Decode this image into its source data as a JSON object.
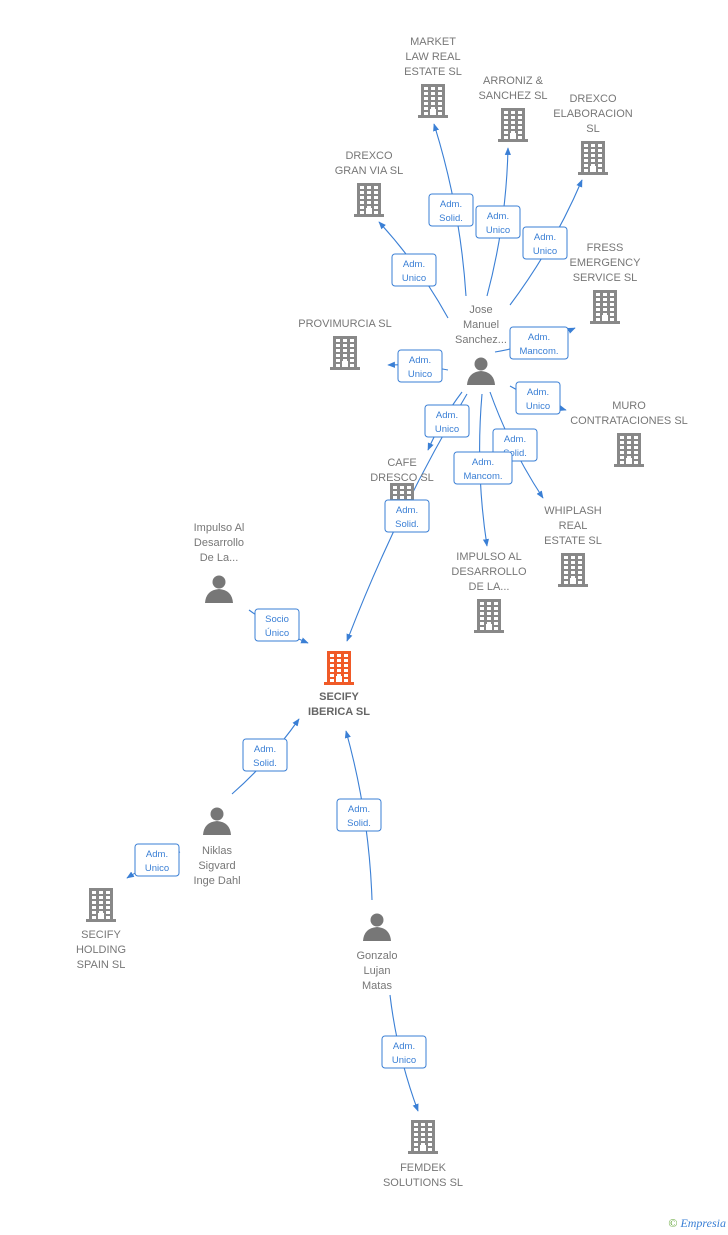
{
  "colors": {
    "building": "#888888",
    "main_building": "#f05a28",
    "person": "#777777",
    "edge": "#3a7fd5"
  },
  "nodes": [
    {
      "id": "market",
      "kind": "company",
      "label": [
        "MARKET",
        "LAW REAL",
        "ESTATE  SL"
      ]
    },
    {
      "id": "arroniz",
      "kind": "company",
      "label": [
        "ARRONIZ &",
        "SANCHEZ SL"
      ]
    },
    {
      "id": "drexco_elab",
      "kind": "company",
      "label": [
        "DREXCO",
        "ELABORACION",
        "SL"
      ]
    },
    {
      "id": "drexco_gran",
      "kind": "company",
      "label": [
        "DREXCO",
        "GRAN VIA  SL"
      ]
    },
    {
      "id": "fress",
      "kind": "company",
      "label": [
        "FRESS",
        "EMERGENCY",
        "SERVICE SL"
      ]
    },
    {
      "id": "provimurcia",
      "kind": "company",
      "label": [
        "PROVIMURCIA SL"
      ]
    },
    {
      "id": "jose",
      "kind": "person",
      "label": [
        "Jose",
        "Manuel",
        "Sanchez..."
      ]
    },
    {
      "id": "muro",
      "kind": "company",
      "label": [
        "MURO",
        "CONTRATACIONES SL"
      ]
    },
    {
      "id": "cafe",
      "kind": "company",
      "label": [
        "CAFE",
        "DRESCO  SL"
      ]
    },
    {
      "id": "whiplash",
      "kind": "company",
      "label": [
        "WHIPLASH",
        "REAL",
        "ESTATE  SL"
      ]
    },
    {
      "id": "impulso_co",
      "kind": "company",
      "label": [
        "IMPULSO AL",
        "DESARROLLO",
        "DE LA..."
      ]
    },
    {
      "id": "impulso_p",
      "kind": "person",
      "label": [
        "Impulso Al",
        "Desarrollo",
        "De La..."
      ]
    },
    {
      "id": "secify",
      "kind": "main",
      "label": [
        "SECIFY",
        "IBERICA  SL"
      ]
    },
    {
      "id": "niklas",
      "kind": "person",
      "label": [
        "Niklas",
        "Sigvard",
        "Inge Dahl"
      ]
    },
    {
      "id": "secify_holding",
      "kind": "company",
      "label": [
        "SECIFY",
        "HOLDING",
        "SPAIN  SL"
      ]
    },
    {
      "id": "gonzalo",
      "kind": "person",
      "label": [
        "Gonzalo",
        "Lujan",
        "Matas"
      ]
    },
    {
      "id": "femdek",
      "kind": "company",
      "label": [
        "FEMDEK",
        "SOLUTIONS  SL"
      ]
    }
  ],
  "edges": [
    {
      "from": "jose",
      "to": "market",
      "label": [
        "Adm.",
        "Solid."
      ]
    },
    {
      "from": "jose",
      "to": "arroniz",
      "label": [
        "Adm.",
        "Unico"
      ]
    },
    {
      "from": "jose",
      "to": "drexco_elab",
      "label": [
        "Adm.",
        "Unico"
      ]
    },
    {
      "from": "jose",
      "to": "drexco_gran",
      "label": [
        "Adm.",
        "Unico"
      ]
    },
    {
      "from": "jose",
      "to": "fress",
      "label": [
        "Adm.",
        "Mancom."
      ]
    },
    {
      "from": "jose",
      "to": "provimurcia",
      "label": [
        "Adm.",
        "Unico"
      ]
    },
    {
      "from": "jose",
      "to": "muro",
      "label": [
        "Adm.",
        "Unico"
      ]
    },
    {
      "from": "jose",
      "to": "cafe",
      "label": [
        "Adm.",
        "Unico"
      ]
    },
    {
      "from": "jose",
      "to": "whiplash",
      "label": [
        "Adm.",
        "Solid."
      ]
    },
    {
      "from": "jose",
      "to": "impulso_co",
      "label": [
        "Adm.",
        "Mancom."
      ]
    },
    {
      "from": "jose",
      "to": "secify",
      "label": [
        "Adm.",
        "Solid."
      ]
    },
    {
      "from": "impulso_p",
      "to": "secify",
      "label": [
        "Socio",
        "Único"
      ]
    },
    {
      "from": "niklas",
      "to": "secify",
      "label": [
        "Adm.",
        "Solid."
      ]
    },
    {
      "from": "niklas",
      "to": "secify_holding",
      "label": [
        "Adm.",
        "Unico"
      ]
    },
    {
      "from": "gonzalo",
      "to": "secify",
      "label": [
        "Adm.",
        "Solid."
      ]
    },
    {
      "from": "gonzalo",
      "to": "femdek",
      "label": [
        "Adm.",
        "Unico"
      ]
    }
  ],
  "watermark": {
    "symbol": "©",
    "brand": "Empresia"
  }
}
